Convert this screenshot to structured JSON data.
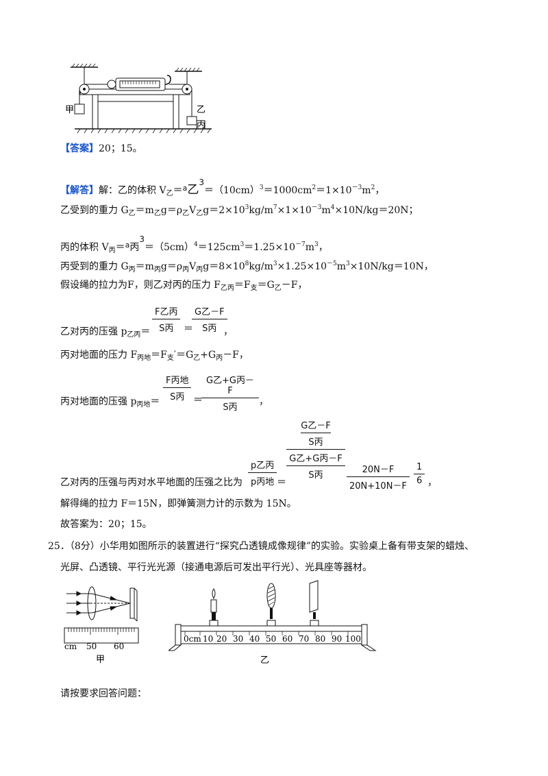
{
  "fig1": {
    "label_jia": "甲",
    "label_yi": "乙",
    "label_bing": "丙"
  },
  "answer": {
    "tag": "【答案】",
    "text": "20；15。"
  },
  "analysis": {
    "tag": "【解答】",
    "intro": "解：乙的体积 V"
  },
  "lines": {
    "l1_sub": "乙",
    "l1_eq": "＝",
    "l1_a": "a",
    "l1_z": "乙",
    "l1_exp": "3",
    "l1_rest": "＝（10cm）",
    "l1_e1": "3",
    "l1_mid": "＝1000cm",
    "l1_e2": "2",
    "l1_mid2": "＝1×10",
    "l1_e3": "－3",
    "l1_end": "m",
    "l1_e4": "2",
    "l1_tail": "，",
    "l2": "乙受到的重力 G",
    "l2_s1": "乙",
    "l2_b": "＝m",
    "l2_s2": "乙",
    "l2_c": "g＝ρ",
    "l2_s3": "乙",
    "l2_d": "V",
    "l2_s4": "乙",
    "l2_e": "g＝2×10",
    "l2_p1": "3",
    "l2_f": "kg/m",
    "l2_p2": "7",
    "l2_g": "×1×10",
    "l2_p3": "－3",
    "l2_h": "m",
    "l2_p4": "4",
    "l2_i": "×10N/kg＝20N；",
    "l3": "丙的体积 V",
    "l3_s": "丙",
    "l3_eq": "＝",
    "l3_a": "a",
    "l3_b": "丙",
    "l3_exp": "3",
    "l3_rest": "＝（5cm）",
    "l3_e1": "4",
    "l3_mid": "＝125cm",
    "l3_e2": "3",
    "l3_mid2": "＝1.25×10",
    "l3_e3": "－7",
    "l3_end": "m",
    "l3_e4": "3",
    "l3_tail": "，",
    "l4": "丙受到的重力 G",
    "l4_s1": "丙",
    "l4_b": "＝m",
    "l4_s2": "丙",
    "l4_c": "g＝ρ",
    "l4_s3": "丙",
    "l4_d": "V",
    "l4_s4": "丙",
    "l4_e": "g＝8×10",
    "l4_p1": "8",
    "l4_f": "kg/m",
    "l4_p2": "3",
    "l4_g": "×1.25×10",
    "l4_p3": "－5",
    "l4_h": "m",
    "l4_p4": "3",
    "l4_i": "×10N/kg＝10N，",
    "l5": "假设绳的拉力为F，则乙对丙的压力 F",
    "l5_s1": "乙丙",
    "l5_b": "＝F",
    "l5_s2": "支",
    "l5_c": "＝G",
    "l5_s3": "乙",
    "l5_d": "－F，",
    "l6": "乙对丙的压强 p",
    "l6_s": "乙丙",
    "l6_eq": "＝",
    "l6_eq2": "＝",
    "l6_tail": "，",
    "l7": "丙对地面的压力 F",
    "l7_s1": "丙地",
    "l7_b": "＝F",
    "l7_s2": "支",
    "l7_c": "′＝G",
    "l7_s3": "乙",
    "l7_d": "+G",
    "l7_s4": "丙",
    "l7_e": "－F，",
    "l8": "丙对地面的压强 p",
    "l8_s": "丙地",
    "l8_eq": "＝",
    "l8_eq2": "＝",
    "l8_tail": "，",
    "l9": "乙对丙的压强与丙对水平地面的压强之比为",
    "l9_eq": "＝",
    "l9_tail": "，",
    "l10": "解得绳的拉力 F＝15N，即弹簧测力计的示数为 15N。",
    "l11": "故答案为：20；15。"
  },
  "fracs": {
    "f1_num": "F乙丙",
    "f1_den": "S丙",
    "f2_num": "G乙－F",
    "f2_den": "S丙",
    "f3_num": "F丙地",
    "f3_den": "S丙",
    "f4_num": "G乙+G丙－F",
    "f4_den": "S丙",
    "f5_num": "p乙丙",
    "f5_den": "p丙地",
    "f6_inner_num": "G乙－F",
    "f6_inner_den": "S丙",
    "f6_num2": "G乙+G丙－F",
    "f6_den2": "S丙",
    "f7_num": "20N－F",
    "f7_den": "20N+10N－F",
    "f8_num": "1",
    "f8_den": "6"
  },
  "q25": {
    "line1": "25．（8分）小华用如图所示的装置进行“探究凸透镜成像规律”的实验。实验桌上备有带支架的蜡烛、",
    "line2": "光屏、凸透镜、平行光光源（接通电源后可发出平行光）、光具座等器材。"
  },
  "fig2": {
    "ticks_a": [
      "cm",
      "50",
      "60"
    ],
    "caption_a": "甲",
    "ticks_b": [
      "0cm",
      "10",
      "20",
      "30",
      "40",
      "50",
      "60",
      "70",
      "80",
      "90",
      "100"
    ],
    "caption_b": "乙"
  },
  "prompt": "请按要求回答问题："
}
